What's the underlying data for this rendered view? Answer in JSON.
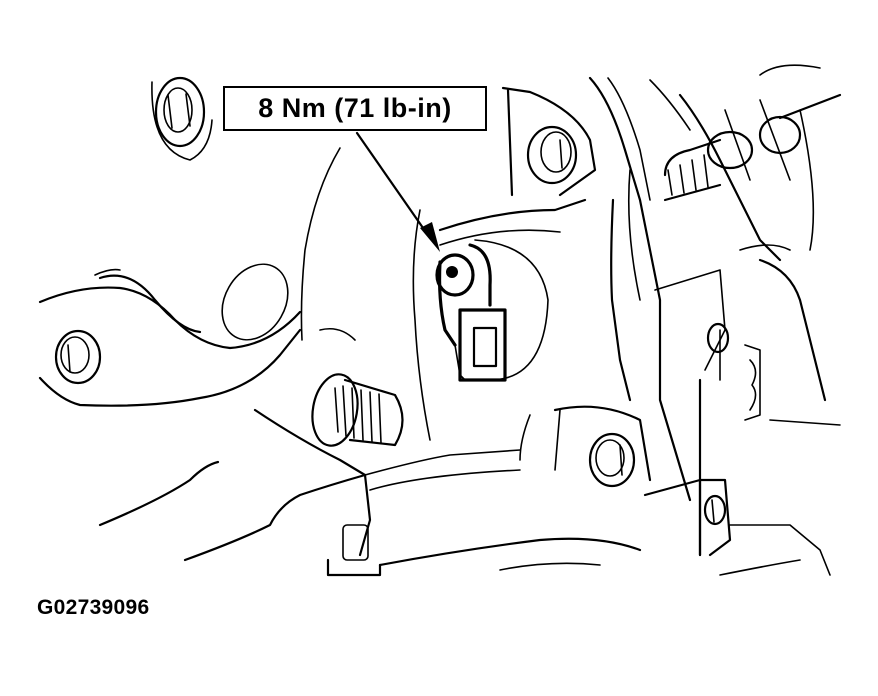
{
  "diagram": {
    "callout": {
      "torque_label": "8 Nm (71 lb-in)",
      "target": "sensor-fastener"
    },
    "figure_id": "G02739096",
    "components": [
      "sensor-with-connector",
      "threaded-stud",
      "mounting-bolts",
      "bracket-assembly",
      "housing"
    ],
    "colors": {
      "line": "#000000",
      "background": "#ffffff"
    }
  }
}
